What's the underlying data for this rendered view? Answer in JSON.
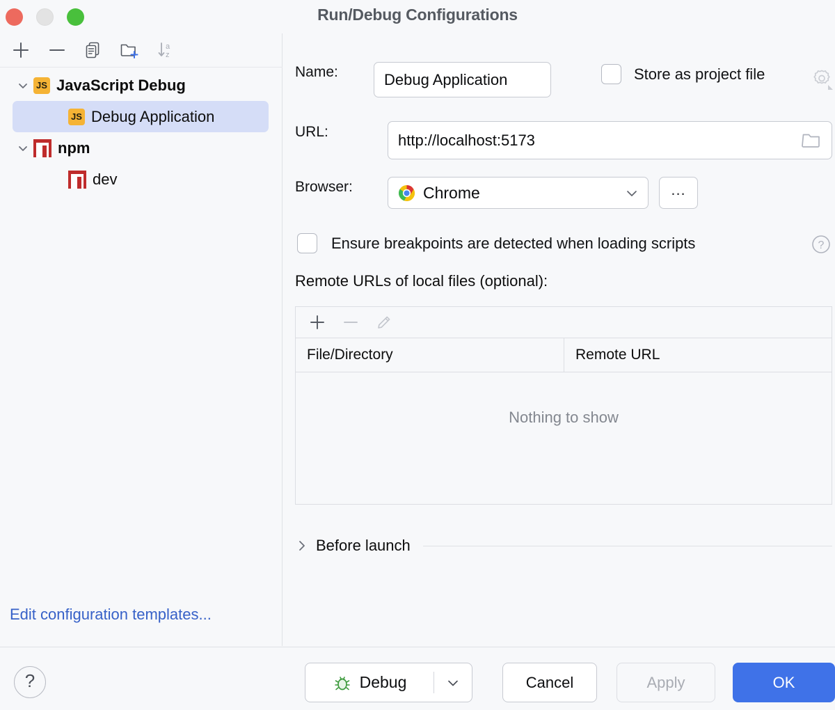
{
  "window": {
    "title": "Run/Debug Configurations",
    "controls": [
      "close",
      "minimize",
      "zoom"
    ]
  },
  "sidebar": {
    "toolbar": [
      {
        "name": "add",
        "icon": "plus-icon"
      },
      {
        "name": "remove",
        "icon": "minus-icon"
      },
      {
        "name": "copy",
        "icon": "copy-icon"
      },
      {
        "name": "new-folder",
        "icon": "folder-plus-icon"
      },
      {
        "name": "sort",
        "icon": "sort-alphabetical-icon"
      }
    ],
    "tree": [
      {
        "label": "JavaScript Debug",
        "type": "group",
        "icon": "js-icon",
        "expanded": true,
        "selected": false,
        "indent": 0
      },
      {
        "label": "Debug Application",
        "type": "config",
        "icon": "js-icon",
        "expanded": false,
        "selected": true,
        "indent": 1
      },
      {
        "label": "npm",
        "type": "group",
        "icon": "npm-icon",
        "expanded": true,
        "selected": false,
        "indent": 0
      },
      {
        "label": "dev",
        "type": "config",
        "icon": "npm-icon",
        "expanded": false,
        "selected": false,
        "indent": 1
      }
    ],
    "edit_templates_link": "Edit configuration templates..."
  },
  "form": {
    "name_label": "Name:",
    "name_value": "Debug Application",
    "store_as_project_file_label": "Store as project file",
    "store_as_project_file_checked": false,
    "gear_icon": "gear-icon",
    "url_label": "URL:",
    "url_value": "http://localhost:5173",
    "url_browse_icon": "folder-icon",
    "browser_label": "Browser:",
    "browser_value": "Chrome",
    "browser_more_label": "...",
    "ensure_breakpoints_label": "Ensure breakpoints are detected when loading scripts",
    "ensure_breakpoints_checked": false,
    "ensure_breakpoints_help_icon": "help-circle-icon",
    "remote_urls_label": "Remote URLs of local files (optional):"
  },
  "table": {
    "toolbar": [
      {
        "name": "add-row",
        "icon": "plus-icon",
        "enabled": true
      },
      {
        "name": "remove-row",
        "icon": "minus-icon",
        "enabled": false
      },
      {
        "name": "edit-row",
        "icon": "pencil-icon",
        "enabled": false
      }
    ],
    "columns": [
      "File/Directory",
      "Remote URL"
    ],
    "rows": [],
    "empty_message": "Nothing to show"
  },
  "before_launch": {
    "label": "Before launch",
    "expanded": false,
    "chevron_icon": "chevron-right-icon"
  },
  "footer": {
    "help_label": "?",
    "run_button_label": "Debug",
    "run_button_icon": "bug-icon",
    "run_dropdown_icon": "chevron-down-icon",
    "cancel_label": "Cancel",
    "apply_label": "Apply",
    "apply_enabled": false,
    "ok_label": "OK"
  },
  "colors": {
    "background": "#f7f8fa",
    "accent": "#3f72e8",
    "link": "#3761c8",
    "selection": "#d5ddf7",
    "js_badge": "#f5b335",
    "npm_badge": "#bf2c2c",
    "bug_green": "#4a9e4a",
    "traffic_red": "#ed6a5e",
    "traffic_yellow": "#e3e3e3",
    "traffic_green": "#49c03c"
  }
}
